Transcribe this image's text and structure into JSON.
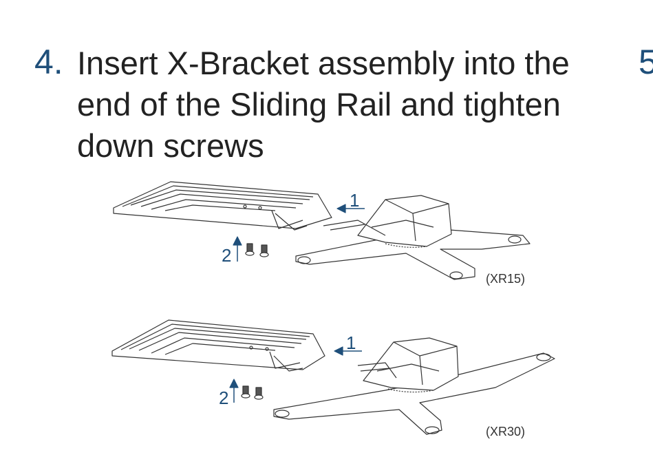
{
  "step": {
    "number": "4.",
    "text": "Insert X-Bracket assembly into the end of the Sliding Rail and tighten down screws",
    "next_number": "5"
  },
  "figures": [
    {
      "callout_insert": "1",
      "callout_screws": "2",
      "model": "(XR15)"
    },
    {
      "callout_insert": "1",
      "callout_screws": "2",
      "model": "(XR30)"
    }
  ],
  "colors": {
    "accent": "#1f4f7a",
    "line": "#333333"
  }
}
